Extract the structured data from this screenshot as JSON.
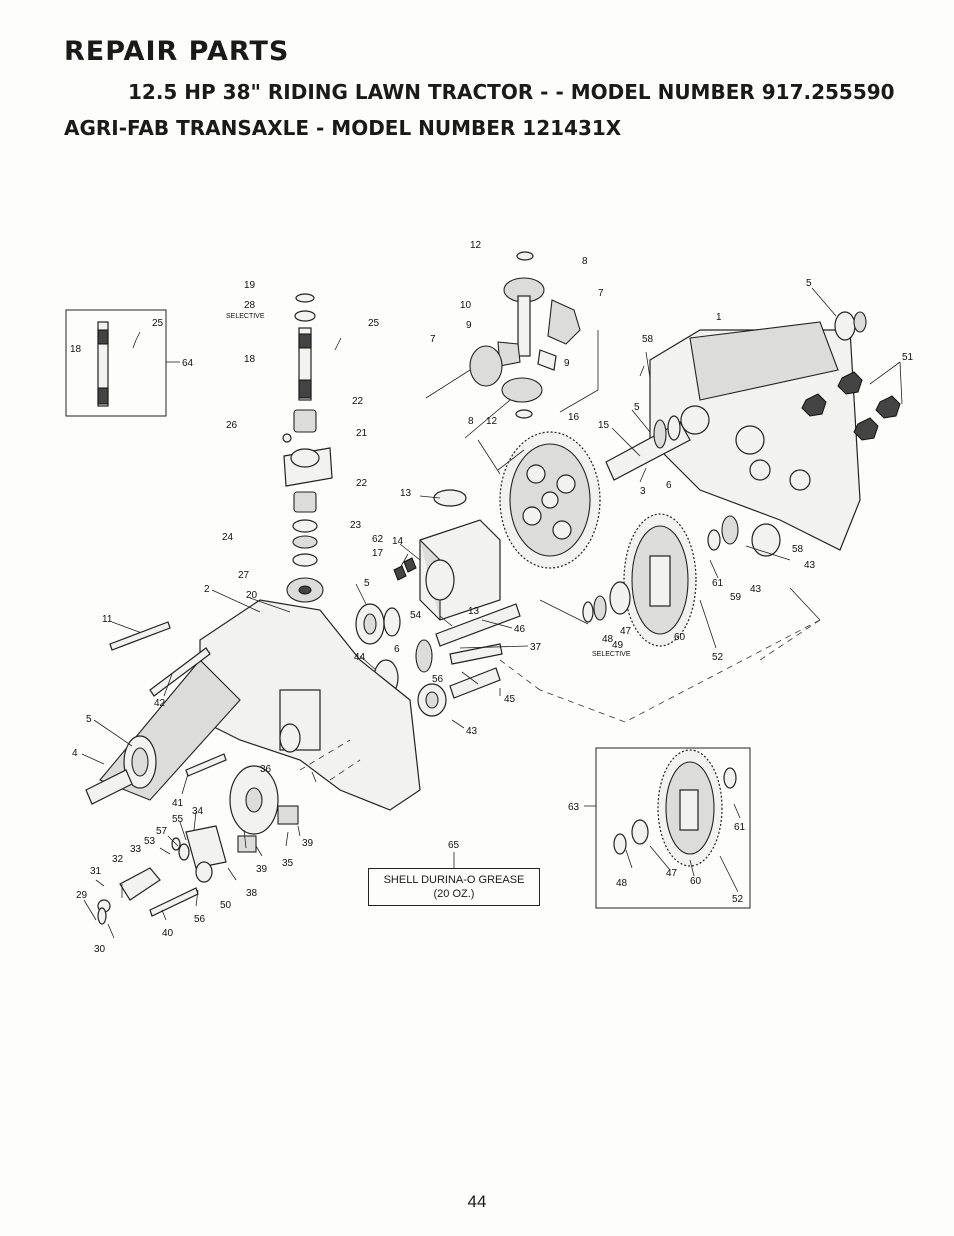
{
  "header": {
    "title": "REPAIR PARTS",
    "subtitle": "12.5 HP 38\" RIDING LAWN TRACTOR - - MODEL NUMBER 917.255590",
    "section": "AGRI-FAB TRANSAXLE - MODEL NUMBER 121431X"
  },
  "diagram": {
    "labels": {
      "l1": "1",
      "l2": "2",
      "l3": "3",
      "l4": "4",
      "l5a": "5",
      "l5b": "5",
      "l5c": "5",
      "l5d": "5",
      "l6a": "6",
      "l6b": "6",
      "l7a": "7",
      "l7b": "7",
      "l8a": "8",
      "l8b": "8",
      "l9a": "9",
      "l9b": "9",
      "l10": "10",
      "l11": "11",
      "l12a": "12",
      "l12b": "12",
      "l13a": "13",
      "l13b": "13",
      "l14": "14",
      "l15": "15",
      "l16": "16",
      "l17": "17",
      "l18a": "18",
      "l18b": "18",
      "l19": "19",
      "l20": "20",
      "l21": "21",
      "l22a": "22",
      "l22b": "22",
      "l23": "23",
      "l24": "24",
      "l25a": "25",
      "l25b": "25",
      "l26": "26",
      "l27": "27",
      "l28": "28",
      "l29": "29",
      "l30": "30",
      "l31": "31",
      "l32": "32",
      "l33": "33",
      "l34": "34",
      "l35": "35",
      "l36": "36",
      "l37": "37",
      "l38": "38",
      "l39a": "39",
      "l39b": "39",
      "l40": "40",
      "l41": "41",
      "l42": "42",
      "l43a": "43",
      "l43b": "43",
      "l43c": "43",
      "l44": "44",
      "l45": "45",
      "l46": "46",
      "l47a": "47",
      "l47b": "47",
      "l48a": "48",
      "l48b": "48",
      "l49": "49",
      "l50": "50",
      "l51": "51",
      "l52a": "52",
      "l52b": "52",
      "l53": "53",
      "l54": "54",
      "l55": "55",
      "l56a": "56",
      "l56b": "56",
      "l57": "57",
      "l58a": "58",
      "l58b": "58",
      "l59": "59",
      "l60a": "60",
      "l60b": "60",
      "l61a": "61",
      "l61b": "61",
      "l62": "62",
      "l63": "63",
      "l64": "64",
      "l65": "65",
      "sel1": "SELECTIVE",
      "sel2": "SELECTIVE"
    },
    "grease_box": {
      "line1": "SHELL DURINA-O GREASE",
      "line2": "(20 OZ.)"
    }
  },
  "footer": {
    "page_number": "44"
  }
}
